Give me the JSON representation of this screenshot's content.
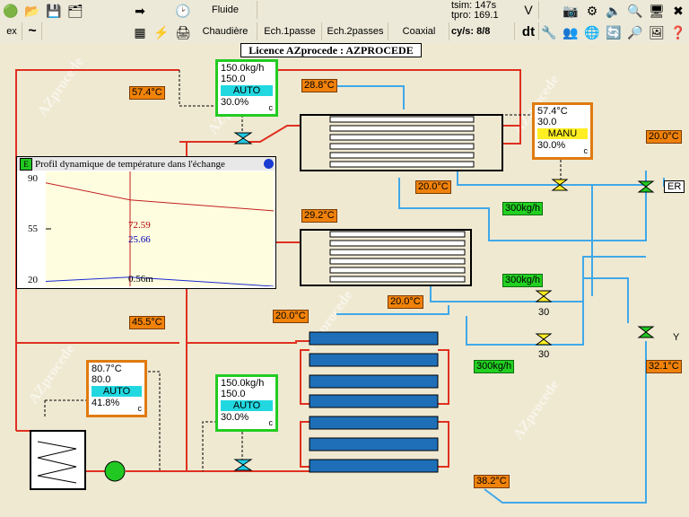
{
  "toolbar": {
    "row1": {
      "tab_fluide": "Fluide",
      "tsim": "tsim: 147s",
      "tpro": "tpro: 169.1",
      "v_label": "V"
    },
    "row2": {
      "ex_label": "ex",
      "tilde": "~",
      "tab_chaudiere": "Chaudière",
      "tab_ech1": "Ech.1passe",
      "tab_ech2": "Ech.2passes",
      "tab_coaxial": "Coaxial",
      "cys": "cy/s: 8/8",
      "dt_label": "dt"
    }
  },
  "license": "Licence AZprocede : AZPROCEDE",
  "temps": {
    "t_top_left": "57.4°C",
    "t_ech1_in": "28.8°C",
    "t_cold_in1": "20.0°C",
    "t_ech2_in": "29.2°C",
    "t_cold_in2": "20.0°C",
    "t_coax_in": "20.0°C",
    "t_left_mid": "45.5°C",
    "t_right_top": "20.0°C",
    "t_right_bottom": "32.1°C",
    "t_bottom": "38.2°C"
  },
  "flows": {
    "f1": "300kg/h",
    "f2": "300kg/h",
    "f3": "300kg/h"
  },
  "valve_opening": {
    "v2": "30",
    "v3": "30"
  },
  "controllers": {
    "c_top": {
      "pv": "150.0kg/h",
      "sp": "150.0",
      "mode": "AUTO",
      "out": "30.0%",
      "c": "c"
    },
    "c_right": {
      "pv": "57.4°C",
      "sp": "30.0",
      "mode": "MANU",
      "out": "30.0%",
      "c": "c"
    },
    "c_boiler": {
      "pv": "80.7°C",
      "sp": "80.0",
      "mode": "AUTO",
      "out": "41.8%",
      "c": "c"
    },
    "c_bottom": {
      "pv": "150.0kg/h",
      "sp": "150.0",
      "mode": "AUTO",
      "out": "30.0%",
      "c": "c"
    }
  },
  "er_label": "ER",
  "y_label": "Y",
  "plot": {
    "badge": "E",
    "title": "Profil dynamique de température dans l'échange",
    "y_ticks": [
      "90",
      "55",
      "20"
    ],
    "val_red": "72.59",
    "val_blue": "25.66",
    "time": "0.56m"
  },
  "watermark": "AZprocede",
  "colors": {
    "hot": "#e03020",
    "cold": "#40a8e8",
    "tag": "#f0820a",
    "flow": "#22d022"
  },
  "chart_data": {
    "type": "line",
    "ylim": [
      20,
      90
    ],
    "series": [
      {
        "values": [
          83,
          72.59,
          66
        ]
      },
      {
        "values": [
          23,
          25.66,
          20
        ]
      }
    ]
  }
}
